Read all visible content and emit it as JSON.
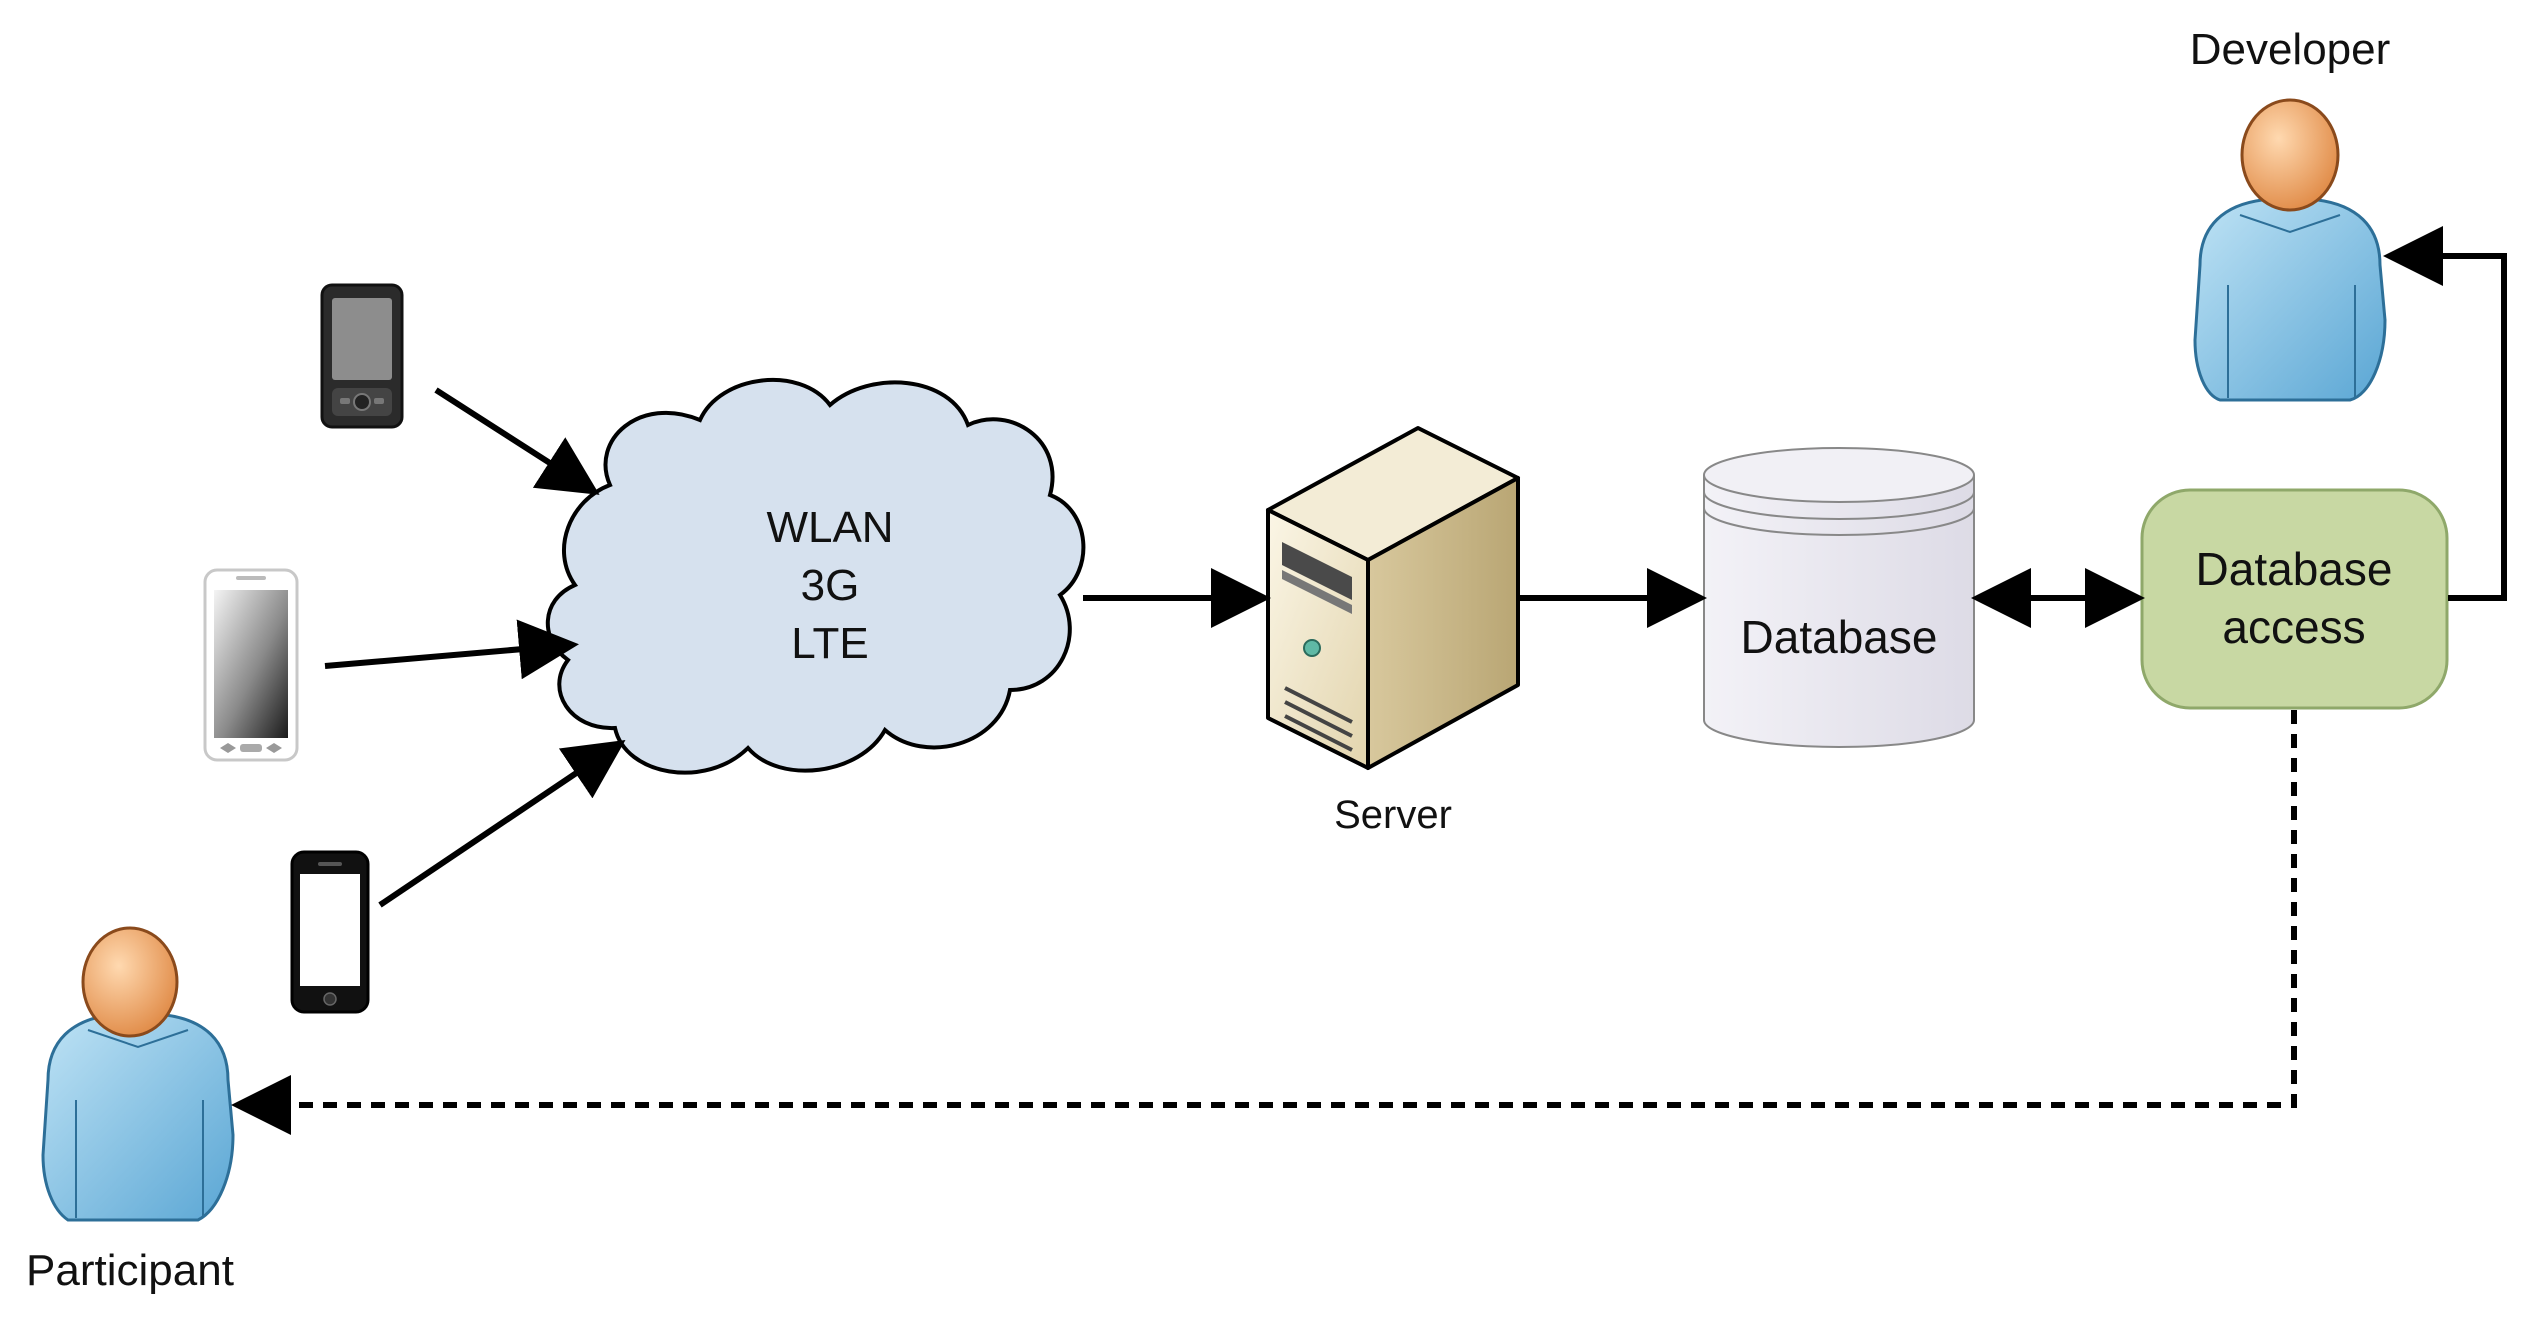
{
  "labels": {
    "developer": "Developer",
    "participant": "Participant",
    "server": "Server",
    "database": "Database",
    "database_access_line1": "Database",
    "database_access_line2": "access",
    "cloud_line1": "WLAN",
    "cloud_line2": "3G",
    "cloud_line3": "LTE"
  },
  "icons": {
    "phone_top": "feature-phone-icon",
    "phone_middle": "smartphone-white-icon",
    "phone_bottom": "smartphone-black-icon",
    "network": "cloud-icon",
    "server": "server-tower-icon",
    "database": "database-cylinder-icon",
    "developer": "person-icon",
    "participant": "person-icon"
  },
  "colors": {
    "cloud_fill": "#d6e1ee",
    "db_fill": "#ecebf2",
    "access_fill": "#c8d8a3",
    "access_stroke": "#8fa86a",
    "server_fill": "#efe6cc",
    "person_body": "#8ec6e6",
    "person_head": "#f0a86a",
    "arrow": "#000000"
  }
}
